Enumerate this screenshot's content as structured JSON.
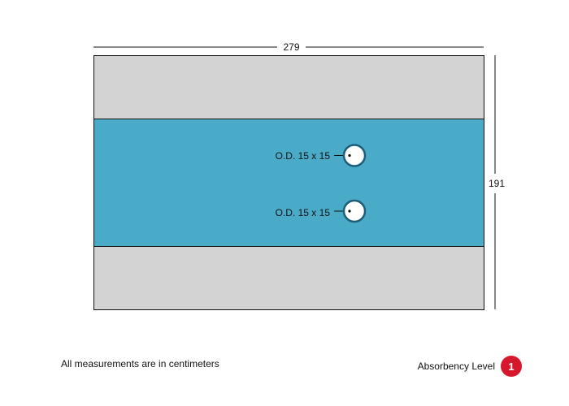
{
  "dimensions": {
    "width": "279",
    "height": "191"
  },
  "holes": [
    {
      "label": "O.D. 15 x 15"
    },
    {
      "label": "O.D. 15 x 15"
    }
  ],
  "footer": {
    "note": "All measurements are in centimeters",
    "absorbency_label": "Absorbency Level",
    "absorbency_value": "1"
  },
  "colors": {
    "outer_band": "#d3d3d3",
    "center_band": "#4aabc8",
    "hole_fill": "#ffffff",
    "hole_ring": "#1d5f7a",
    "outline": "#111111",
    "badge": "#d6182d"
  }
}
